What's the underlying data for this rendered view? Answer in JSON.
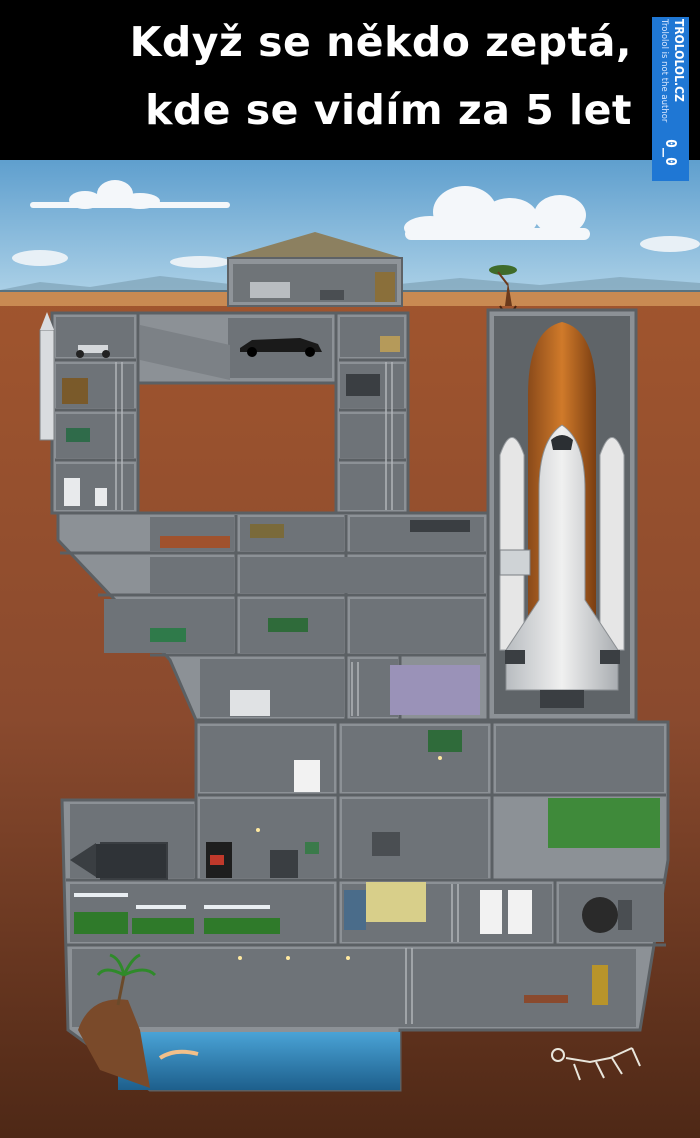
{
  "caption": {
    "line1": "Když se někdo zeptá,",
    "line2": "kde se vidím za 5 let"
  },
  "watermark": {
    "site": "TROLOLOL.CZ",
    "note": "Trololol is not the author",
    "face": "0_0",
    "color": "#1f77d4"
  },
  "colors": {
    "sky": "#6aa7d0",
    "earth": "#8a4a2e",
    "bunker": "#8c9196",
    "water": "#3a86b8"
  }
}
